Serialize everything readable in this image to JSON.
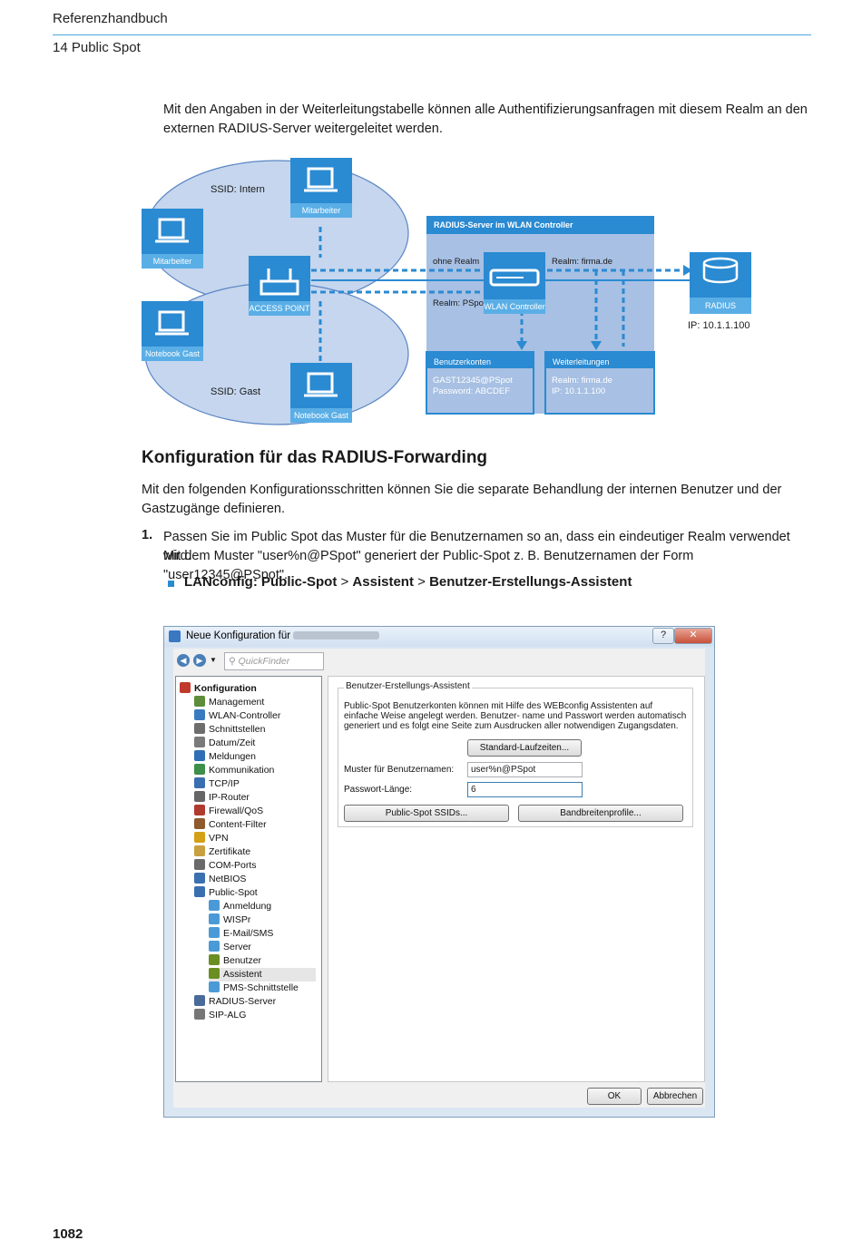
{
  "header": {
    "book_title": "Referenzhandbuch",
    "chapter": "14 Public Spot"
  },
  "intro_paragraph": "Mit den Angaben in der Weiterleitungstabelle können alle Authentifizierungsanfragen mit diesem Realm an den externen RADIUS-Server weitergeleitet werden.",
  "diagram": {
    "ssid_intern": "SSID: Intern",
    "ssid_gast": "SSID: Gast",
    "mitarbeiter_1": "Mitarbeiter",
    "mitarbeiter_2": "Mitarbeiter",
    "access_point": "ACCESS POINT",
    "notebook_gast_1": "Notebook Gast",
    "notebook_gast_2": "Notebook Gast",
    "controller_box_title": "RADIUS-Server im WLAN Controller",
    "ohne_realm": "ohne Realm",
    "realm_firma": "Realm: firma.de",
    "realm_pspot": "Realm: PSpot",
    "wlan_controller": "WLAN Controller",
    "radius": "RADIUS",
    "radius_ip": "IP: 10.1.1.100",
    "benutzerkonten_title": "Benutzerkonten",
    "benutzerkonten_line1": "GAST12345@PSpot",
    "benutzerkonten_line2": "Password: ABCDEF",
    "weiterleitungen_title": "Weiterleitungen",
    "weiterleitungen_line1": "Realm: firma.de",
    "weiterleitungen_line2": "IP: 10.1.1.100",
    "colors": {
      "device": "#2a8ad2",
      "cloud": "#c5d6ee",
      "box": "#a7c0e3",
      "box_header": "#2a8ad2"
    }
  },
  "section_heading": "Konfiguration für das RADIUS-Forwarding",
  "section_paragraph": "Mit den folgenden Konfigurationsschritten können Sie die separate Behandlung der internen Benutzer und der Gastzugänge definieren.",
  "step1": {
    "number": "1.",
    "line1": "Passen Sie im Public Spot das Muster für die Benutzernamen so an, dass ein eindeutiger Realm verwendet wird.",
    "line2": "Mit dem Muster \"user%n@PSpot\" generiert der Public-Spot z. B. Benutzernamen der Form \"user12345@PSpot\"."
  },
  "menu_path": {
    "part1": "LANconfig: Public-Spot",
    "sep1": " > ",
    "part2": "Assistent",
    "sep2": " > ",
    "part3": "Benutzer-Erstellungs-Assistent"
  },
  "dialog": {
    "title": "Neue Konfiguration für",
    "quickfinder_placeholder": "QuickFinder",
    "tree": [
      {
        "label": "Konfiguration",
        "icon": "config-icon"
      },
      {
        "label": "Management",
        "icon": "management-icon"
      },
      {
        "label": "WLAN-Controller",
        "icon": "wlan-controller-icon"
      },
      {
        "label": "Schnittstellen",
        "icon": "interfaces-icon"
      },
      {
        "label": "Datum/Zeit",
        "icon": "clock-icon"
      },
      {
        "label": "Meldungen",
        "icon": "info-icon"
      },
      {
        "label": "Kommunikation",
        "icon": "communication-icon"
      },
      {
        "label": "TCP/IP",
        "icon": "network-icon"
      },
      {
        "label": "IP-Router",
        "icon": "router-icon"
      },
      {
        "label": "Firewall/QoS",
        "icon": "firewall-icon"
      },
      {
        "label": "Content-Filter",
        "icon": "filter-icon"
      },
      {
        "label": "VPN",
        "icon": "lock-icon"
      },
      {
        "label": "Zertifikate",
        "icon": "certificate-icon"
      },
      {
        "label": "COM-Ports",
        "icon": "port-icon"
      },
      {
        "label": "NetBIOS",
        "icon": "netbios-icon"
      },
      {
        "label": "Public-Spot",
        "icon": "public-spot-icon"
      },
      {
        "label": "Anmeldung",
        "icon": "wave-icon"
      },
      {
        "label": "WISPr",
        "icon": "wave-icon"
      },
      {
        "label": "E-Mail/SMS",
        "icon": "wave-icon"
      },
      {
        "label": "Server",
        "icon": "wave-icon"
      },
      {
        "label": "Benutzer",
        "icon": "user-icon"
      },
      {
        "label": "Assistent",
        "icon": "user-icon"
      },
      {
        "label": "PMS-Schnittstelle",
        "icon": "wave-icon"
      },
      {
        "label": "RADIUS-Server",
        "icon": "server-icon"
      },
      {
        "label": "SIP-ALG",
        "icon": "phone-icon"
      }
    ],
    "group_title": "Benutzer-Erstellungs-Assistent",
    "description": "Public-Spot Benutzerkonten können mit Hilfe des WEBconfig Assistenten auf einfache Weise angelegt werden. Benutzer- name und Passwort werden automatisch generiert und es folgt eine Seite zum Ausdrucken aller notwendigen Zugangsdaten.",
    "standard_button": "Standard-Laufzeiten...",
    "muster_label": "Muster für Benutzernamen:",
    "muster_value": "user%n@PSpot",
    "passwort_label": "Passwort-Länge:",
    "passwort_value": "6",
    "ssids_button": "Public-Spot SSIDs...",
    "bandbreite_button": "Bandbreitenprofile...",
    "ok_button": "OK",
    "cancel_button": "Abbrechen"
  },
  "page_number": "1082"
}
